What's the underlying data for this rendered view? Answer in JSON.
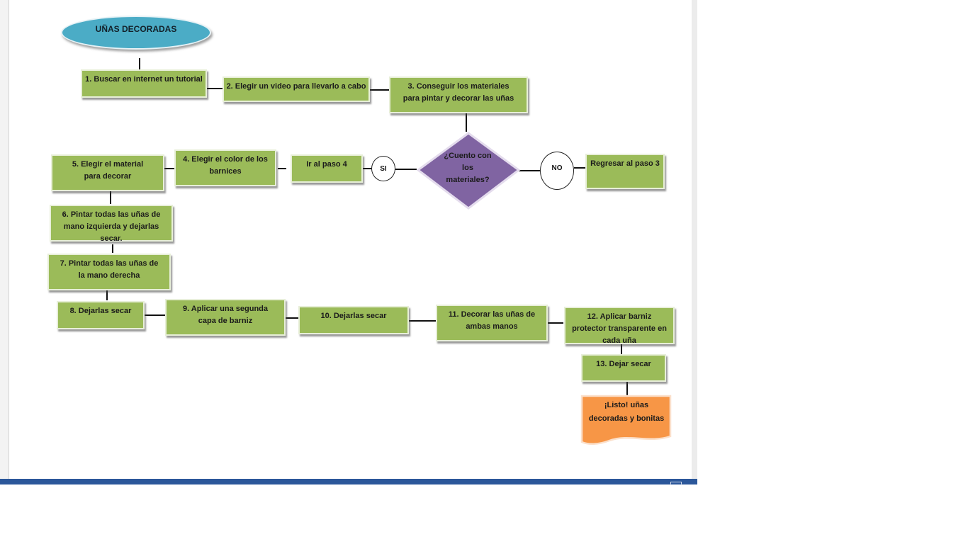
{
  "diagram": {
    "title": "UÑAS DECORADAS",
    "steps": {
      "s1": "1. Buscar en internet un tutorial",
      "s2": "2. Elegir un video para llevarlo a cabo",
      "s3": "3. Conseguir los materiales para pintar y decorar las uñas",
      "s4": "4. Elegir el color de los barnices",
      "ir4": "Ir al paso 4",
      "s5": "5. Elegir el material para decorar",
      "s6": "6. Pintar todas las uñas de mano izquierda y dejarlas secar.",
      "s7": "7. Pintar todas las uñas de la mano derecha",
      "s8": "8. Dejarlas secar",
      "s9": "9. Aplicar una segunda capa de barniz",
      "s10": "10. Dejarlas secar",
      "s11": "11. Decorar las uñas de ambas manos",
      "s12": "12. Aplicar barniz protector transparente en cada uña",
      "s13": "13. Dejar secar",
      "regresar3": "Regresar al paso 3"
    },
    "decision": "¿Cuento con los materiales?",
    "yes_label": "SI",
    "no_label": "NO",
    "final": "¡Listo! uñas decoradas y bonitas",
    "colors": {
      "box_fill": "#9bbb59",
      "oval_fill": "#4bacc6",
      "decision_fill": "#8064a2",
      "final_fill": "#f79646",
      "status_bar": "#2b579a"
    }
  }
}
